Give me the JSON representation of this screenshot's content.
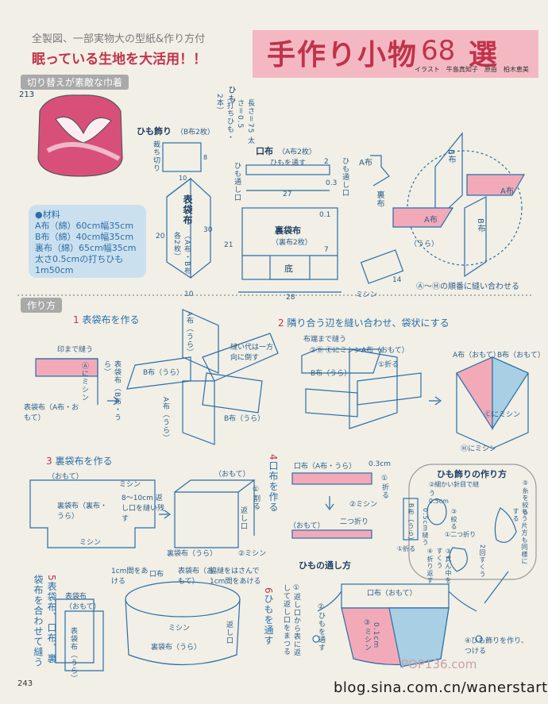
{
  "header": {
    "subtitle_top": "全製図、一部実物大の型紙&作り方付",
    "subtitle_red": "眠っている生地を大活用！！",
    "title": "手作り小物",
    "title_number": "68",
    "title_suffix": "選",
    "credit": "イラスト　牛島真知子　原由　柏木恵美"
  },
  "project": {
    "tag": "切り替えが素敵な巾着",
    "number": "213"
  },
  "materials": {
    "heading": "●材料",
    "lines": [
      "A布（綿）60cm幅35cm",
      "B布（綿）40cm幅35cm",
      "裏布（綿）65cm幅35cm",
      "太さ0.5cmの打ちひも",
      "1m50cm"
    ]
  },
  "diagram_labels": {
    "himo_kazari": "ひも飾り",
    "himo_kazari_sub": "（B布2枚）",
    "tachikiri": "裁ち切り",
    "himo": "ひも",
    "himo_dims": "長さ＝75 太さ＝0.5",
    "himo_sub": "（打ちひも・2本）",
    "kuchinuno": "口布",
    "kuchinuno_sub": "（A布2枚）",
    "himo_tosu": "ひもを通す",
    "himo_tooshiguchi": "ひも通し口",
    "omote_bukuro": "表袋布",
    "omote_bukuro_sub": "（A布・B布 各2枚）",
    "ura_bukuro": "裏袋布",
    "ura_bukuro_sub": "（裏布2枚）",
    "soko": "底",
    "a_nuno": "A布",
    "b_nuno": "B布",
    "ura": "（うら）",
    "ura_nuno": "裏布",
    "mishin": "ミシン",
    "order_note": "Ⓐ〜Ⓗの順番に縫い合わせる",
    "n10": "10",
    "n8": "8",
    "n2": "2",
    "n27": "27",
    "n03": "0.3",
    "n01": "0.1",
    "n20": "20",
    "n30": "30",
    "n21": "21",
    "n7": "7",
    "n28": "28",
    "n14": "14",
    "cm": "cm"
  },
  "section": {
    "tag": "作り方"
  },
  "steps": [
    {
      "num": "1",
      "text": "表袋布を作る"
    },
    {
      "num": "2",
      "text": "隣り合う辺を縫い合わせ、袋状にする"
    },
    {
      "num": "3",
      "text": "裏袋布を作る"
    },
    {
      "num": "4",
      "text": "口布を作る"
    },
    {
      "num": "5",
      "text": "表袋布、口布、裏袋布を合わせて縫う"
    },
    {
      "num": "6",
      "text": "ひもを通す"
    }
  ],
  "step1_labels": {
    "shirushi": "印まで縫う",
    "a_ni_mishin": "Ⓐにミシン",
    "omote_nuno": "表袋布（A布・おもて）",
    "omote_bukuro_b": "表袋布（B布・うら）",
    "nuishiro": "縫い代は一方向に倒す",
    "b_ura": "B布（うら）",
    "a_ura": "A布（うら）"
  },
  "step2_labels": {
    "nuno_hashi": "布端まで縫う",
    "b_e_mishin": "②Ⓑ Ⓔにミシン",
    "a_omote": "A布（おもて）",
    "oru": "①折る",
    "b_omote": "B布（おもて）",
    "c_ni_mishin": "Ⓒにミシン",
    "h_ni_mishin": "Ⓗにミシン"
  },
  "step3_labels": {
    "omote": "（おもて）",
    "ura_bukuro_ura": "裏袋布（裏布・うら）",
    "gaeshi": "8〜10cm 返し口を縫い残す",
    "warru": "①割る",
    "kaeshiguchi": "返し口",
    "mishin2": "②ミシン",
    "ura_bukuro_u": "裏袋布（うら）"
  },
  "step4_labels": {
    "kuchinuno_a_ura": "口布（A布・うら）",
    "n03cm": "0.3cm",
    "oru1": "①折る",
    "mishin2": "②ミシン",
    "futatsu": "二つ折り",
    "omote": "（おもて）"
  },
  "himo_kazari_tsukurikata": {
    "title": "ひも飾りの作り方",
    "komakai": "②細かい針目で縫う",
    "n05": "0.5cm",
    "futatsu": "①二つ折り",
    "shiboru": "③絞る",
    "ito": "⑤糸を絞る",
    "mouhitotsu": "もう片方も同様にする",
    "oru": "①折る",
    "mannaka": "③真ん中をすくう",
    "orikaesu": "④折り返す",
    "nikai": "2回すくう",
    "n05b": "0.5cm縫う"
  },
  "himo_tooshikata": {
    "title": "ひもの通し方",
    "kuchinuno_omote": "口布（おもて）",
    "kaeshiguchi": "①返し口から表に返して返し口をまつる",
    "tosu": "②ひもを通す",
    "mishin": "③ミシン",
    "n01cm": "0.1cm",
    "tsukeru": "④ひも飾りを作り、つける"
  },
  "step5_labels": {
    "cm1": "1cm間をあける",
    "kuchinuno": "口布",
    "omote_bukuro": "表袋布（おもて）",
    "ura_bukuro": "表袋布（うら）",
    "waki": "脇縫をはさんで1cm間をあける",
    "mishin": "ミシン",
    "ura_bukuro_ura": "裏袋布（うら）",
    "kaeshiguchi": "返し口"
  },
  "footer": {
    "page": "243",
    "watermark": "blog.sina.com.cn/wanerstart",
    "pop": "POP136.com"
  },
  "colors": {
    "accent_red": "#c0334a",
    "pink": "#f4b8c3",
    "line_blue": "#2b6ea8",
    "light_blue": "#cbe0ee"
  }
}
